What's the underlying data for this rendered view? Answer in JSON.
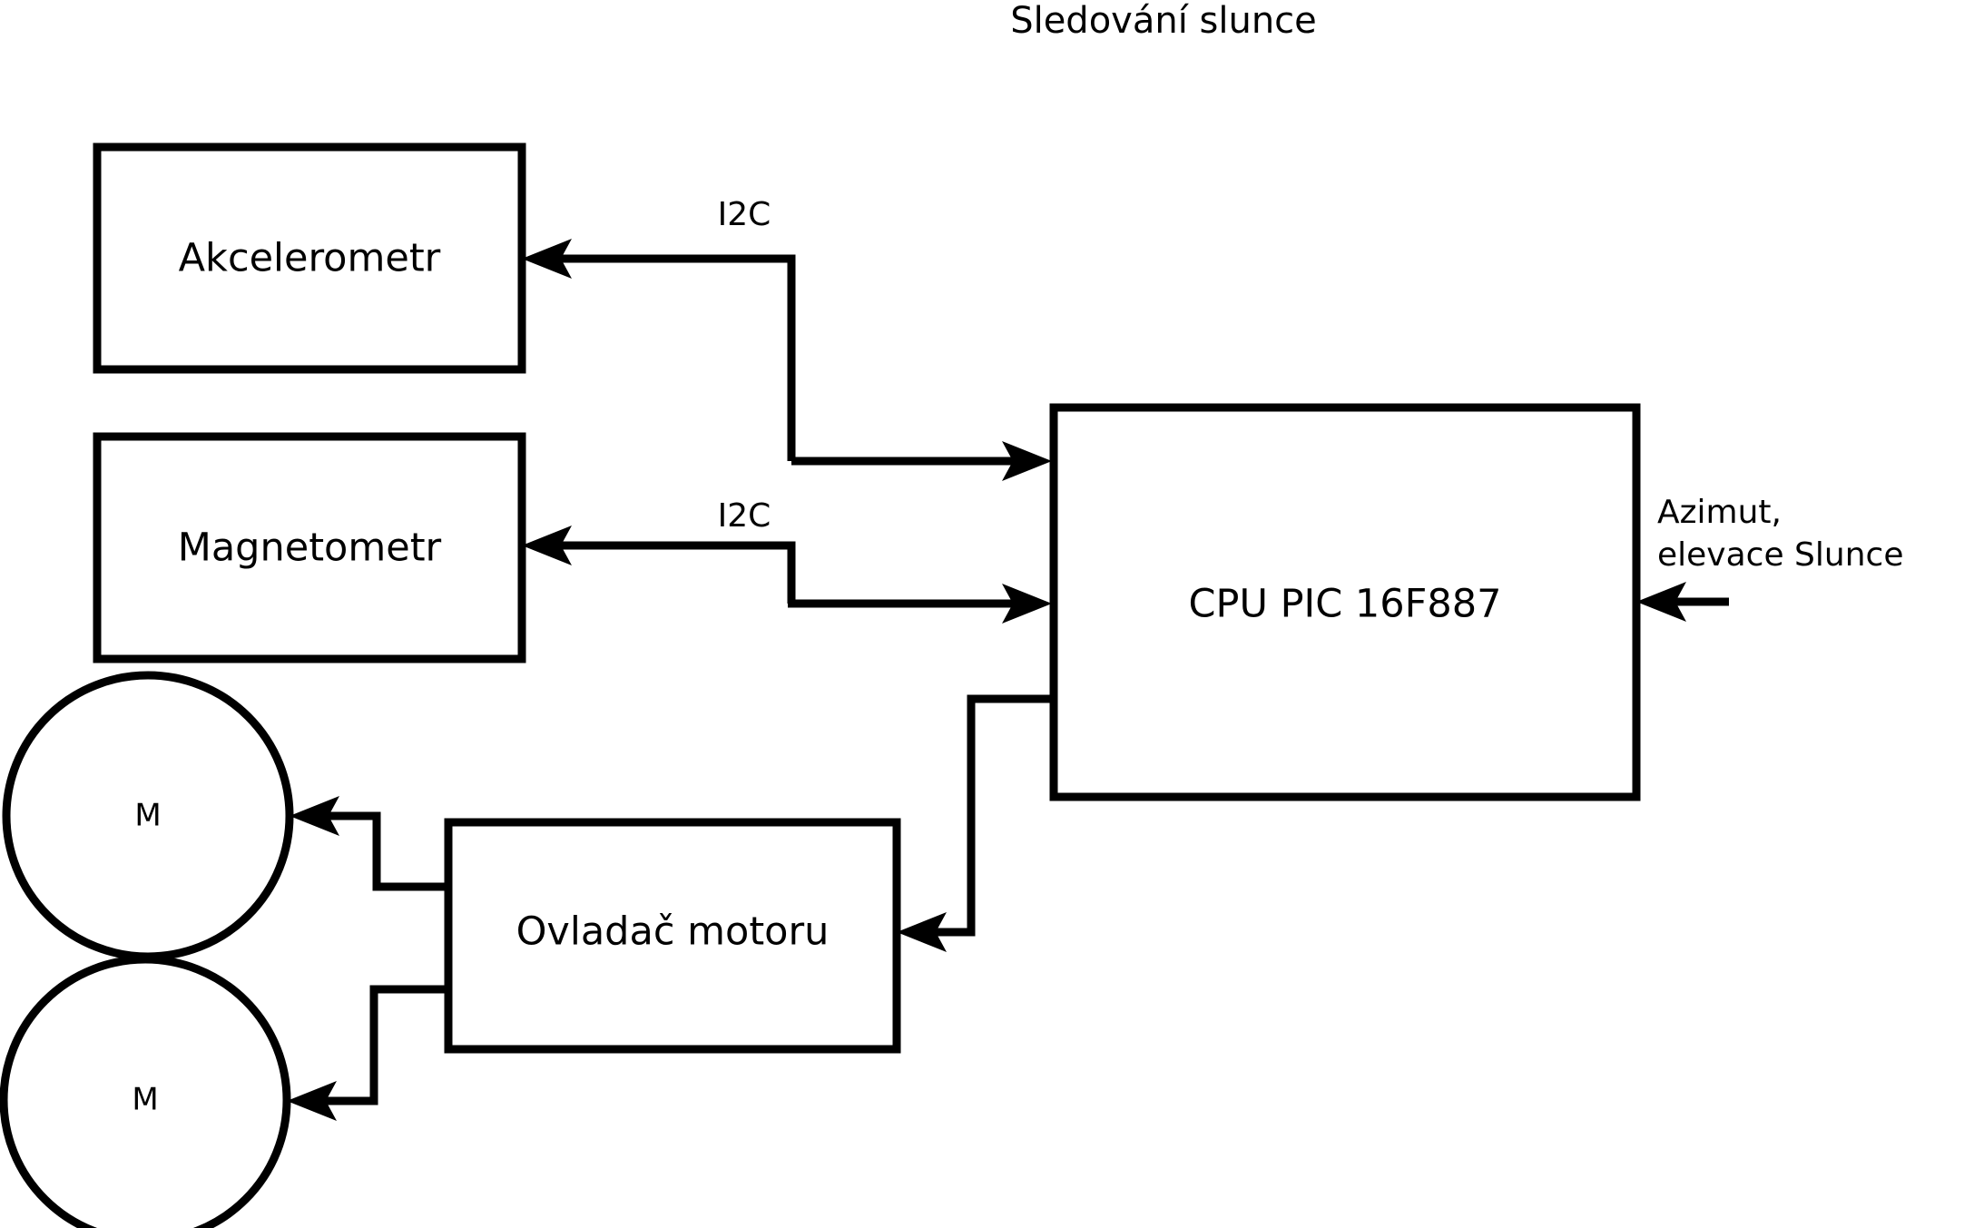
{
  "title": "Sledování slunce",
  "blocks": {
    "accelerometer": {
      "label": "Akcelerometr"
    },
    "magnetometer": {
      "label": "Magnetometr"
    },
    "cpu": {
      "label": "CPU PIC 16F887"
    },
    "motor_driver": {
      "label": "Ovladač motoru"
    },
    "motor_top": {
      "label": "M"
    },
    "motor_bottom": {
      "label": "M"
    }
  },
  "connections": {
    "accel_bus_label": "I2C",
    "magnet_bus_label": "I2C",
    "sun_input_line1": "Azimut,",
    "sun_input_line2": "elevace Slunce"
  },
  "colors": {
    "stroke": "#000000",
    "background": "#ffffff",
    "text": "#000000"
  }
}
